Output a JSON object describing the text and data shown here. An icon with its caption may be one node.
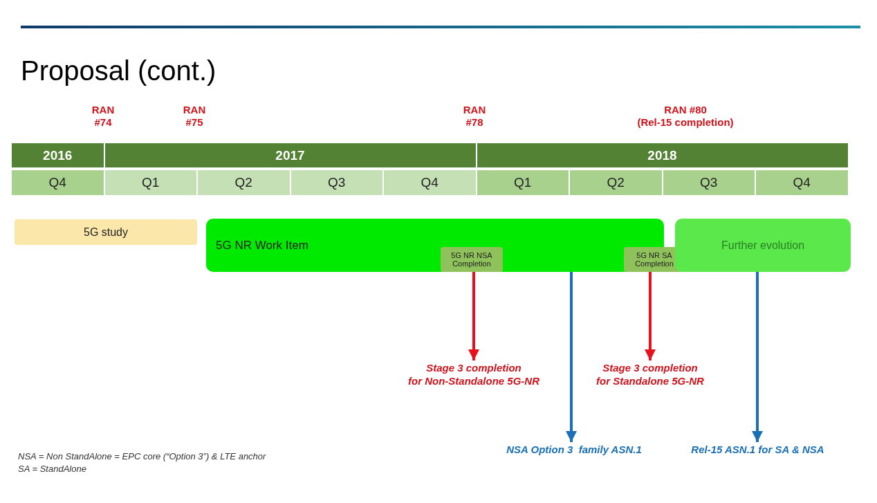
{
  "diagram": {
    "title": "Proposal (cont.)",
    "nodes": [
      {
        "text": [
          "5G study"
        ]
      },
      {
        "text": [
          "5G NR Work Item"
        ]
      },
      {
        "text": [
          "5G NR NSA Completion"
        ],
        "in": 1
      },
      {
        "text": [
          "5G NR SA Completion"
        ]
      },
      {
        "text": [
          "Further evolution"
        ]
      },
      {
        "text": [
          "Stage 3 completion for Non-Standalone 5G-NR"
        ]
      },
      {
        "text": [
          "Stage 3 completion for Standalone 5G-NR"
        ]
      },
      {
        "text": [
          "NSA Option 3  family ASN.1"
        ]
      },
      {
        "text": [
          "Rel-15 ASN.1 for SA & NSA"
        ]
      }
    ],
    "edges": [
      {
        "from": 2,
        "to": 5,
        "arrow": "to",
        "color": "#e8111b"
      },
      {
        "from": 1,
        "to": 7,
        "arrow": "to",
        "color": "#1a6fb5"
      },
      {
        "from": 3,
        "to": 6,
        "arrow": "to",
        "color": "#e8111b"
      },
      {
        "from": 4,
        "to": 8,
        "arrow": "to",
        "color": "#1a6fb5"
      }
    ],
    "labels": [
      "RAN #74",
      "RAN #75",
      "RAN #78",
      "RAN #80 (Rel-15 completion)",
      "2016",
      "2017",
      "2018",
      "Q4",
      "Q1",
      "Q2",
      "Q3",
      "Q4",
      "Q1",
      "Q2",
      "Q3",
      "Q4",
      "NSA = Non StandAlone = EPC core (“Option 3”) & LTE anchor",
      "SA = StandAlone"
    ]
  }
}
